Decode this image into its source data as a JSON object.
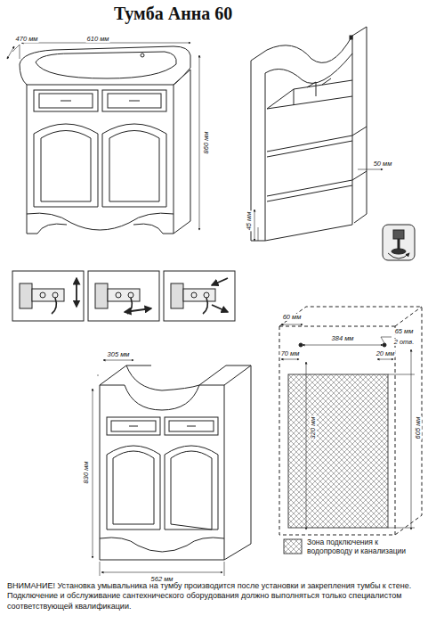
{
  "diagram": {
    "title": "Тумба Анна 60",
    "labels": [
      "470 мм",
      "610 мм",
      "860 мм",
      "50 мм",
      "45 мм",
      "305 мм",
      "830 мм",
      "562 мм",
      "60 мм",
      "384 мм",
      "65 мм",
      "2 отв.",
      "70 мм",
      "20 мм",
      "320 мм",
      "605 мм",
      "ВНИМАНИЕ! Установка умывальника на тумбу производится после установки и закрепления тумбы к стене. Подключение и обслуживание сантехнического оборудования должно выполняться только специалистом соответствующей квалификации."
    ],
    "legend": [
      {
        "text": "Зона подключения к водопроводу и канализации"
      }
    ]
  }
}
